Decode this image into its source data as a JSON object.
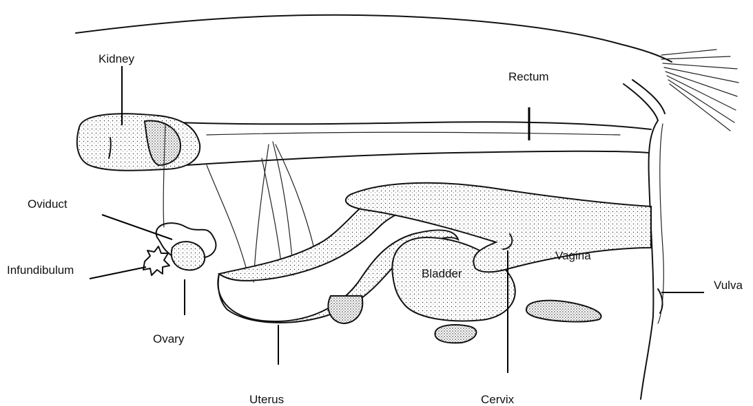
{
  "diagram": {
    "labels": {
      "kidney": "Kidney",
      "rectum": "Rectum",
      "oviduct": "Oviduct",
      "infundibulum": "Infundibulum",
      "ovary": "Ovary",
      "uterus": "Uterus",
      "bladder": "Bladder",
      "vagina": "Vagina",
      "cervix": "Cervix",
      "vulva": "Vulva"
    }
  }
}
